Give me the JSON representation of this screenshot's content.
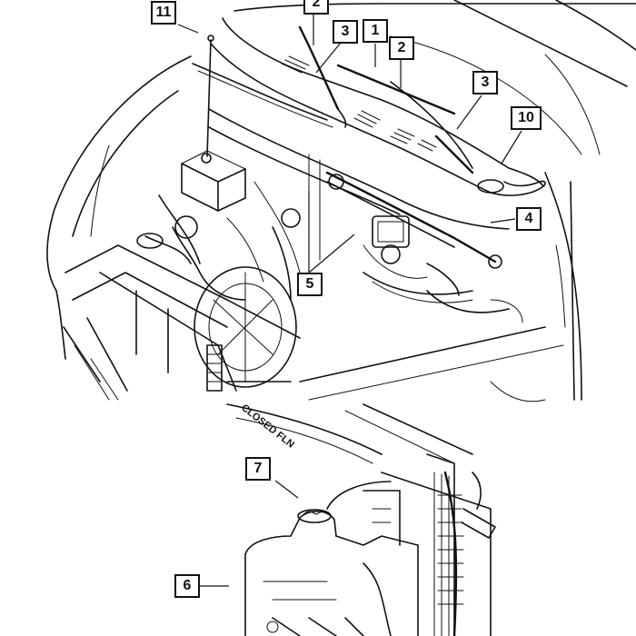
{
  "diagram": {
    "callouts": [
      {
        "id": "c11",
        "label": "11"
      },
      {
        "id": "c2top",
        "label": "2"
      },
      {
        "id": "c3a",
        "label": "3"
      },
      {
        "id": "c1",
        "label": "1"
      },
      {
        "id": "c2",
        "label": "2"
      },
      {
        "id": "c3b",
        "label": "3"
      },
      {
        "id": "c10",
        "label": "10"
      },
      {
        "id": "c4",
        "label": "4"
      },
      {
        "id": "c5",
        "label": "5"
      },
      {
        "id": "c7",
        "label": "7"
      },
      {
        "id": "c6",
        "label": "6"
      }
    ],
    "embossed_text": "CLOSED FLN"
  }
}
